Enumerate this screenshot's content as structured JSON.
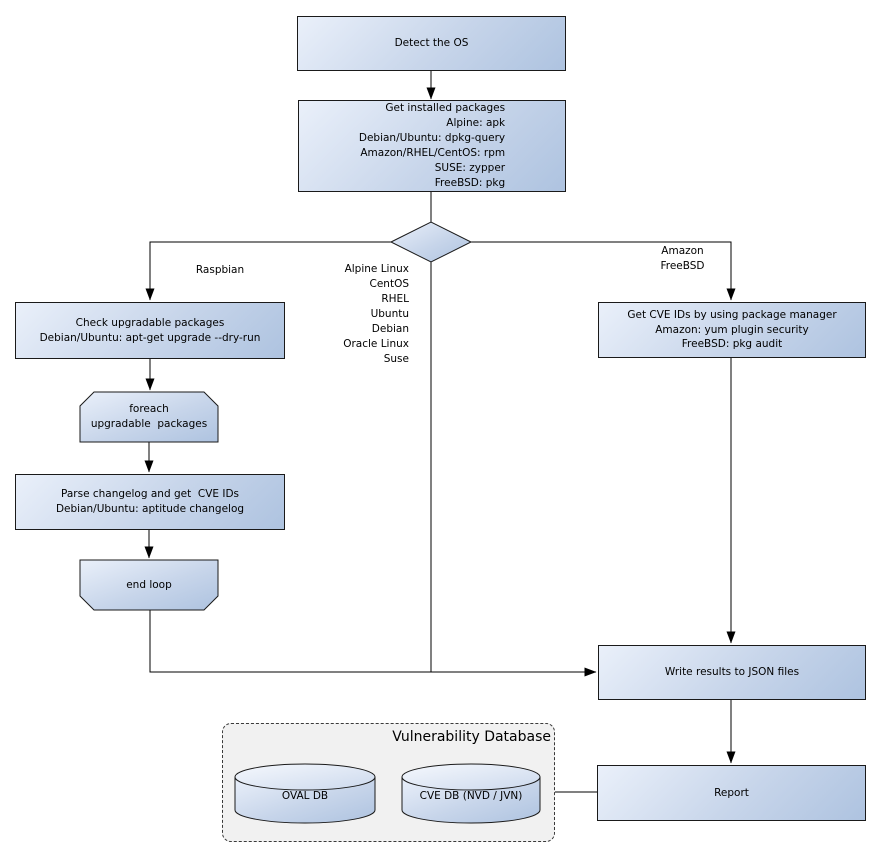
{
  "flowchart": {
    "nodes": {
      "detect_os": "Detect the OS",
      "get_installed_packages": "Get installed packages\nAlpine: apk\nDebian/Ubuntu: dpkg-query\nAmazon/RHEL/CentOS: rpm\nSUSE: zypper\nFreeBSD: pkg",
      "check_upgradable": "Check upgradable packages\nDebian/Ubuntu: apt-get upgrade --dry-run",
      "foreach_loop": "foreach\nupgradable  packages",
      "parse_changelog": "Parse changelog and get  CVE IDs\nDebian/Ubuntu: aptitude changelog",
      "end_loop": "end loop",
      "get_cve_ids": "Get CVE IDs by using package manager\nAmazon: yum plugin security\nFreeBSD: pkg audit",
      "write_results": "Write results to JSON files",
      "report": "Report"
    },
    "branch_labels": {
      "raspbian": "Raspbian",
      "os_list": "Alpine Linux\nCentOS\nRHEL\nUbuntu\nDebian\nOracle Linux\nSuse",
      "amazon_freebsd": "Amazon\nFreeBSD"
    },
    "database": {
      "title": "Vulnerability Database",
      "oval_db": "OVAL DB",
      "cve_db": "CVE DB (NVD / JVN)"
    },
    "colors": {
      "node_fill_light": "#eaf0fa",
      "node_fill_dark": "#aec3e0",
      "node_border": "#1a1a1a",
      "container_fill": "#f1f1f1",
      "container_border": "#3a3a3a",
      "connector": "#000000",
      "background": "#ffffff"
    }
  }
}
